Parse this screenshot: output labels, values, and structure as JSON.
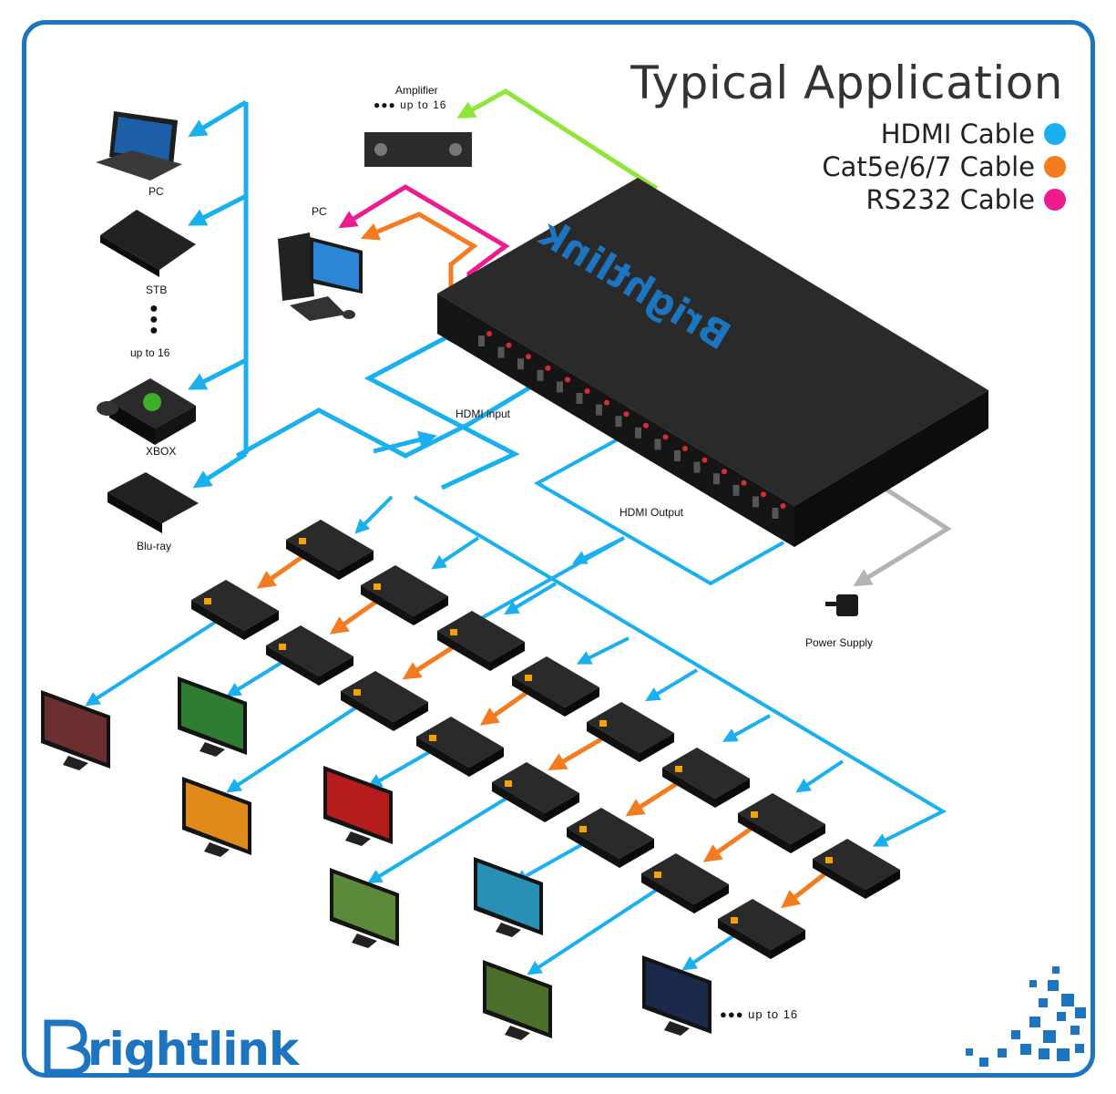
{
  "title": "Typical Application",
  "legend": [
    {
      "label": "HDMI Cable",
      "color": "#1ab0ef"
    },
    {
      "label": "Cat5e/6/7 Cable",
      "color": "#f47b20"
    },
    {
      "label": "RS232 Cable",
      "color": "#ec1b8f"
    }
  ],
  "sources": {
    "pc": "PC",
    "stb": "STB",
    "up_to": "up to 16",
    "xbox": "XBOX",
    "bluray": "Blu-ray"
  },
  "amplifier": {
    "label": "Amplifier",
    "sub": "up to 16"
  },
  "control_pc": "PC",
  "hdmi_input": "HDMI input",
  "hdmi_output": "HDMI Output",
  "power_supply": "Power Supply",
  "bottom_note": "up to 16",
  "device_brand": "Brightlink",
  "brand_logo_text": "rightlink",
  "colors": {
    "hdmi": "#1ab0ef",
    "cat": "#f47b20",
    "rs232": "#ec1b8f",
    "audio": "#8ee63b",
    "power": "#b3b3b3",
    "frame": "#1d74bf"
  }
}
